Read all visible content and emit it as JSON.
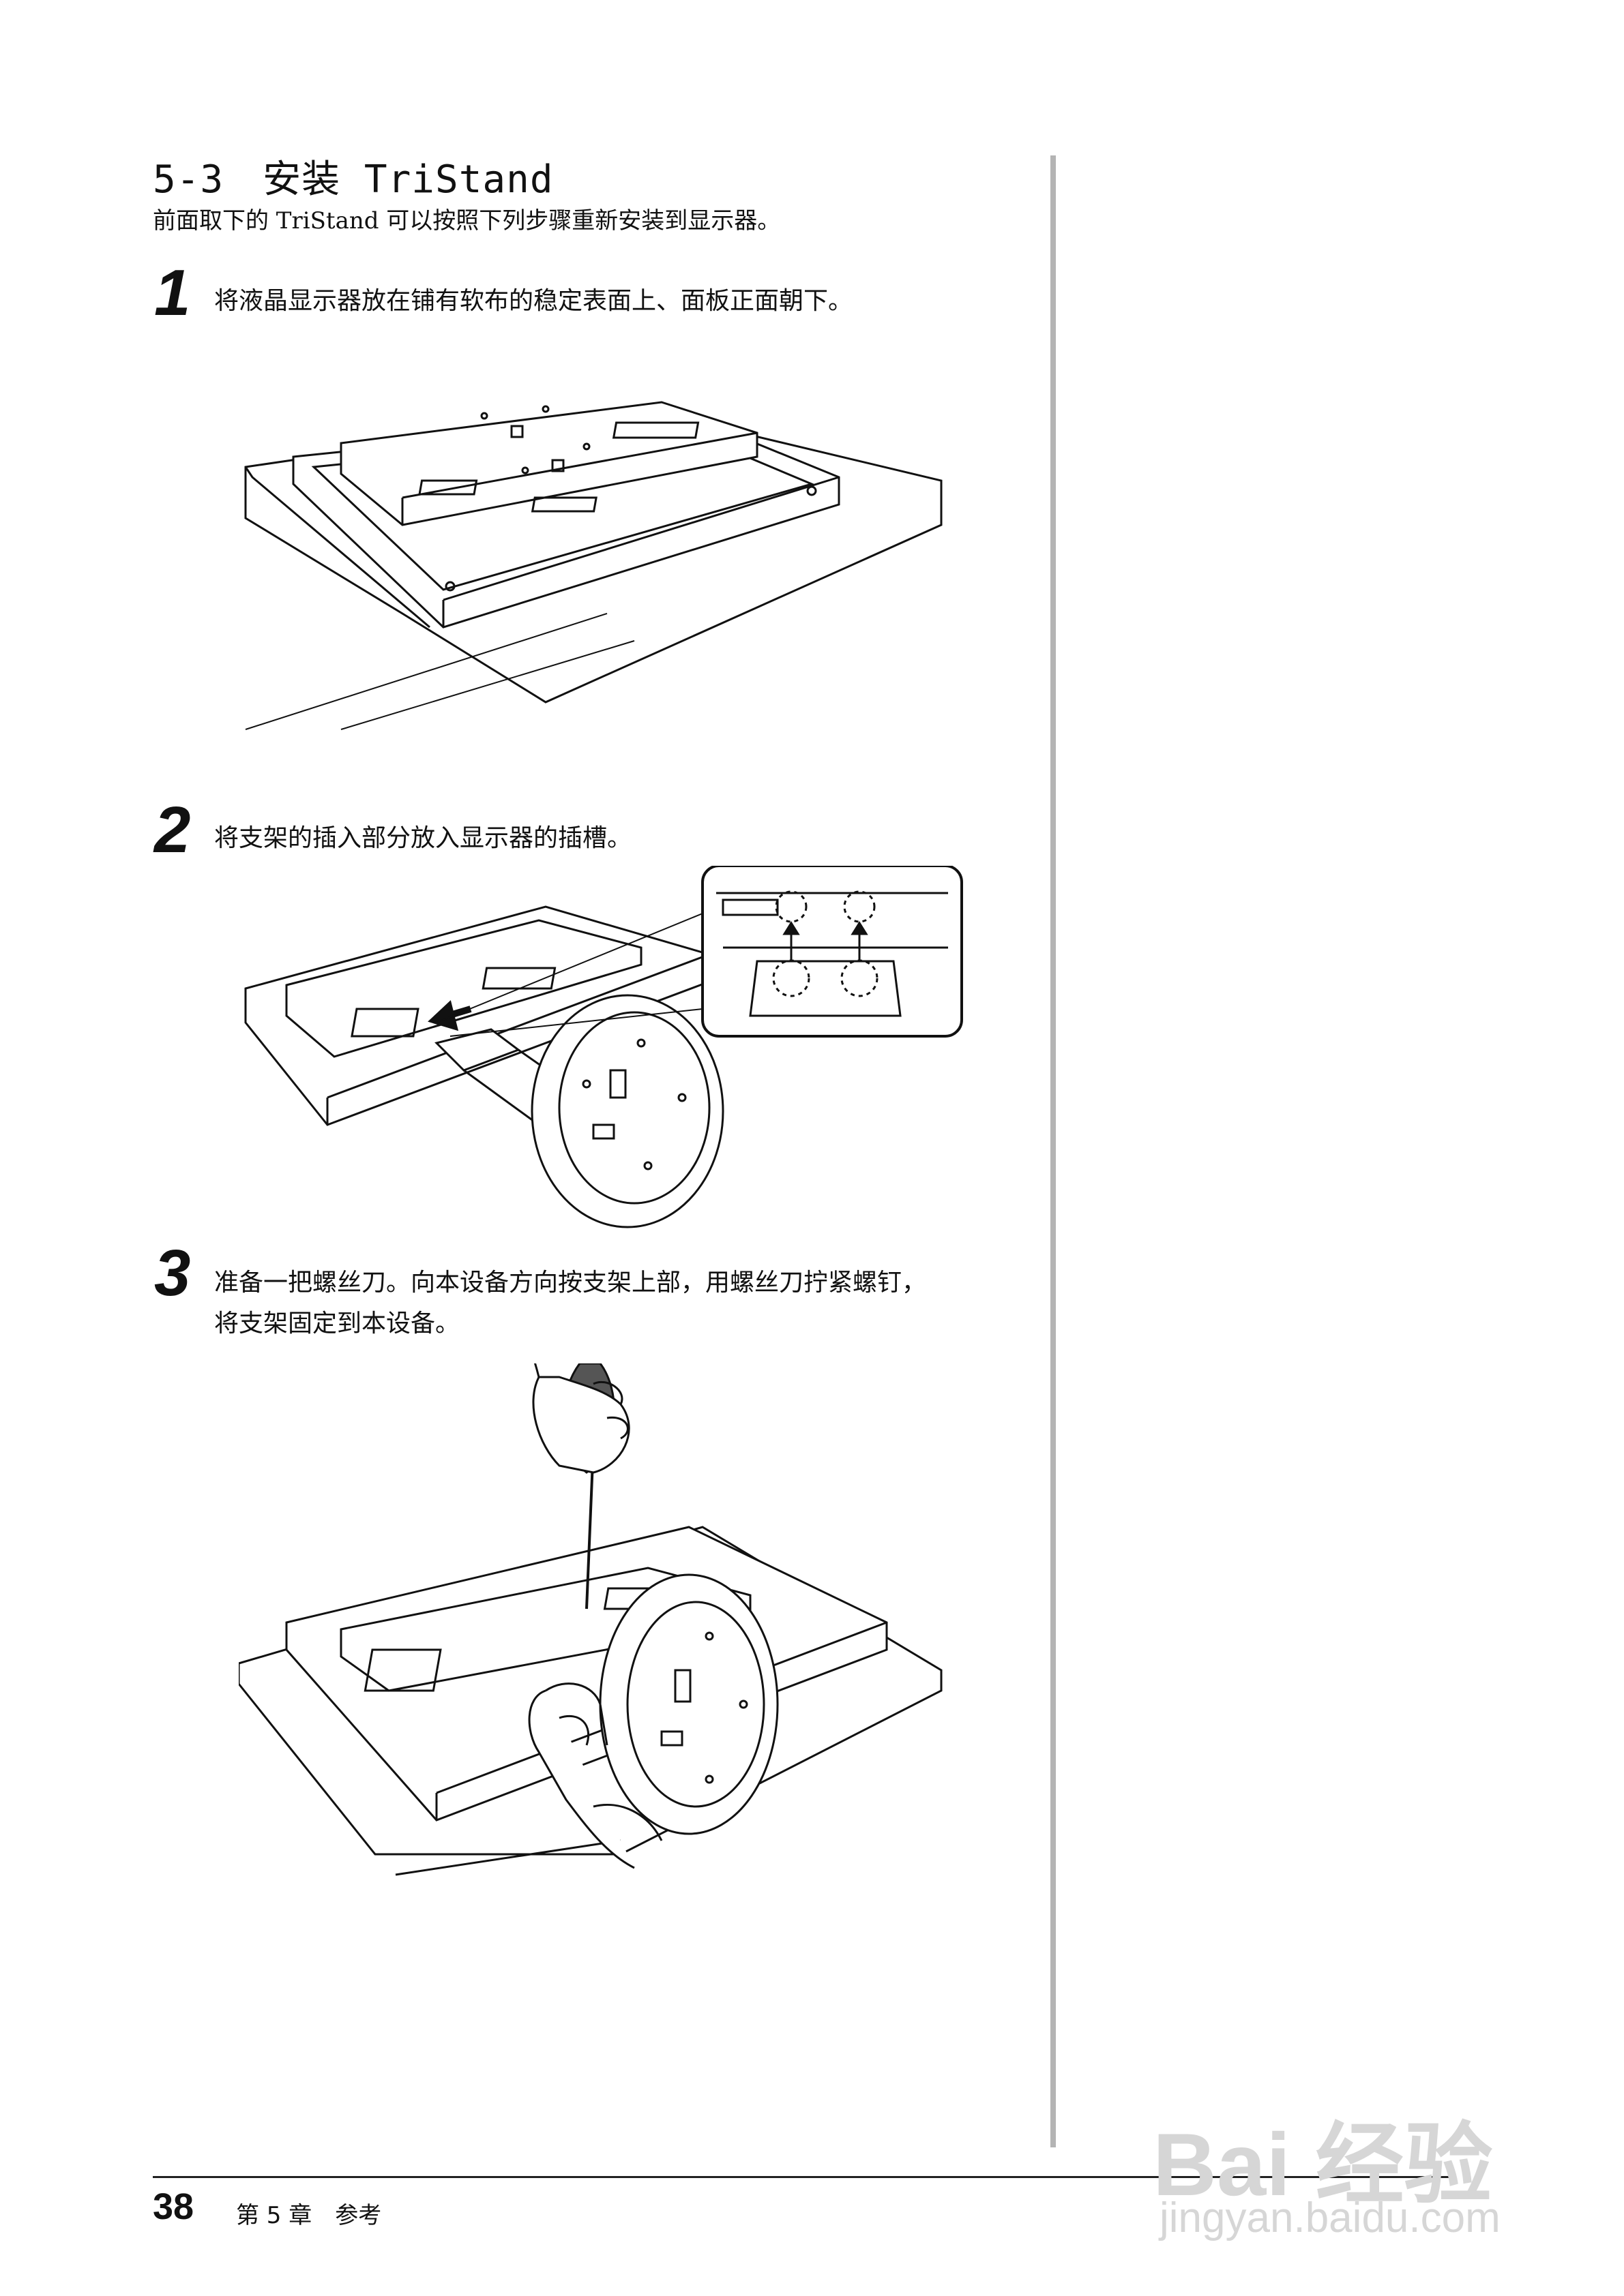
{
  "section": {
    "title": "5-3　安装 TriStand",
    "intro": "前面取下的 TriStand 可以按照下列步骤重新安装到显示器。"
  },
  "steps": [
    {
      "number": "1",
      "text": "将液晶显示器放在铺有软布的稳定表面上、面板正面朝下。"
    },
    {
      "number": "2",
      "text": "将支架的插入部分放入显示器的插槽。"
    },
    {
      "number": "3",
      "text_line1": "准备一把螺丝刀。向本设备方向按支架上部，用螺丝刀拧紧螺钉，",
      "text_line2": "将支架固定到本设备。"
    }
  ],
  "footer": {
    "page_number": "38",
    "chapter": "第 5 章　参考"
  },
  "watermark": {
    "brand": "Bai 经验",
    "url": "jingyan.baidu.com"
  }
}
